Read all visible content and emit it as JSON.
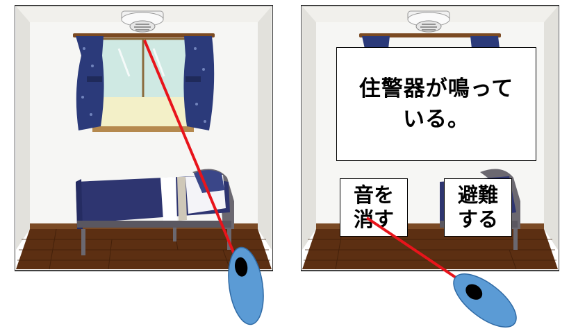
{
  "dialog": {
    "message": "住警器が鳴っている。"
  },
  "buttons": {
    "mute": "音を消す",
    "evacuate": "避難する"
  },
  "colors": {
    "pointer_ray": "#e8141b",
    "controller": "#5b9bd5",
    "wall": "#f6f6f4",
    "floor": "#5c2f12",
    "curtain": "#2b3a7a",
    "bed_cover": "#2e3570"
  },
  "icons": [
    "smoke-detector-icon",
    "vr-controller-icon"
  ]
}
